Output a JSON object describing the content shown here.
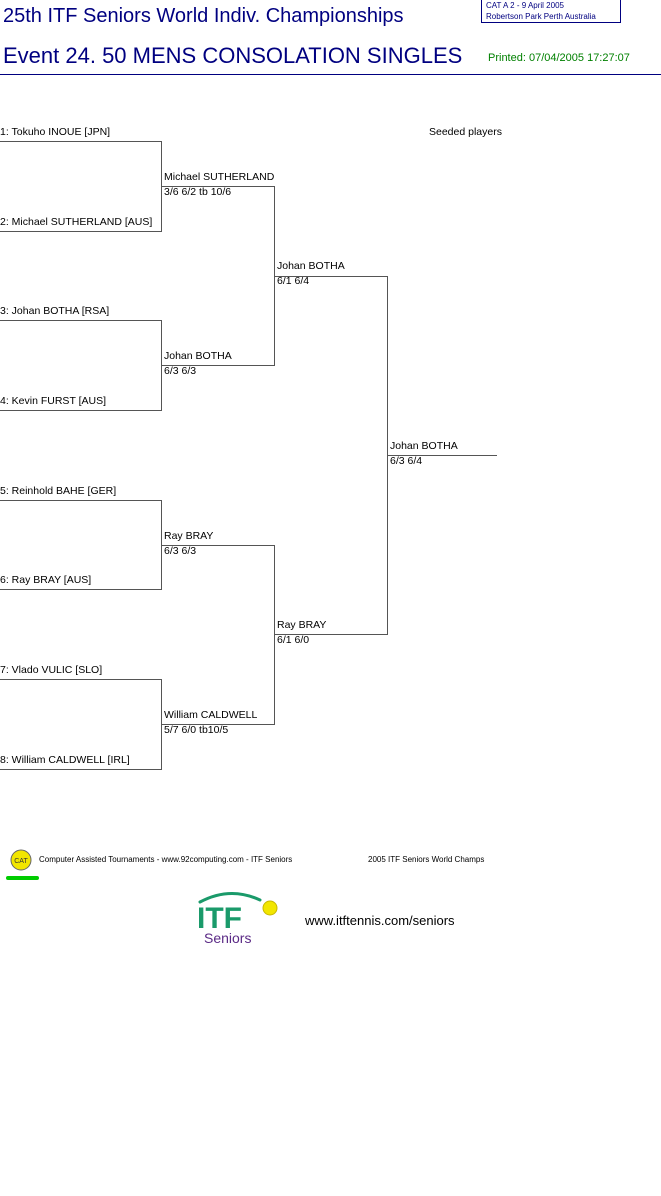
{
  "header": {
    "title_line1": "25th ITF Seniors World Indiv. Championships",
    "title_line2": "Event 24. 50 MENS CONSOLATION SINGLES",
    "printed": "Printed: 07/04/2005 17:27:07",
    "info_line1": "CAT A   2 - 9 April 2005",
    "info_line2": "Robertson Park Perth    Australia"
  },
  "seeded_label": "Seeded players",
  "round1": [
    "1: Tokuho INOUE [JPN]",
    "2: Michael SUTHERLAND [AUS]",
    "3: Johan BOTHA [RSA]",
    "4: Kevin FURST [AUS]",
    "5: Reinhold BAHE [GER]",
    "6: Ray BRAY [AUS]",
    "7: Vlado VULIC [SLO]",
    "8: William CALDWELL [IRL]"
  ],
  "round2": [
    {
      "name": "Michael SUTHERLAND",
      "score": "3/6 6/2 tb 10/6"
    },
    {
      "name": "Johan BOTHA",
      "score": "6/3 6/3"
    },
    {
      "name": "Ray BRAY",
      "score": "6/3 6/3"
    },
    {
      "name": "William CALDWELL",
      "score": "5/7 6/0 tb10/5"
    }
  ],
  "round3": [
    {
      "name": "Johan BOTHA",
      "score": "6/1 6/4"
    },
    {
      "name": "Ray BRAY",
      "score": "6/1 6/0"
    }
  ],
  "winner": {
    "name": "Johan BOTHA",
    "score": "6/3 6/4"
  },
  "footer": {
    "cat_logo": "CAT",
    "credit": "Computer Assisted Tournaments - www.92computing.com -  ITF Seniors",
    "event": "2005 ITF Seniors World Champs",
    "itf_logo_text": "ITF",
    "itf_logo_sub": "Seniors",
    "url": "www.itftennis.com/seniors"
  },
  "colors": {
    "title": "#000080",
    "printed": "#008000",
    "itf_green": "#1a9a6a",
    "itf_purple": "#5b2a86",
    "cat_yellow": "#f2e600",
    "cat_green": "#00cc00"
  }
}
